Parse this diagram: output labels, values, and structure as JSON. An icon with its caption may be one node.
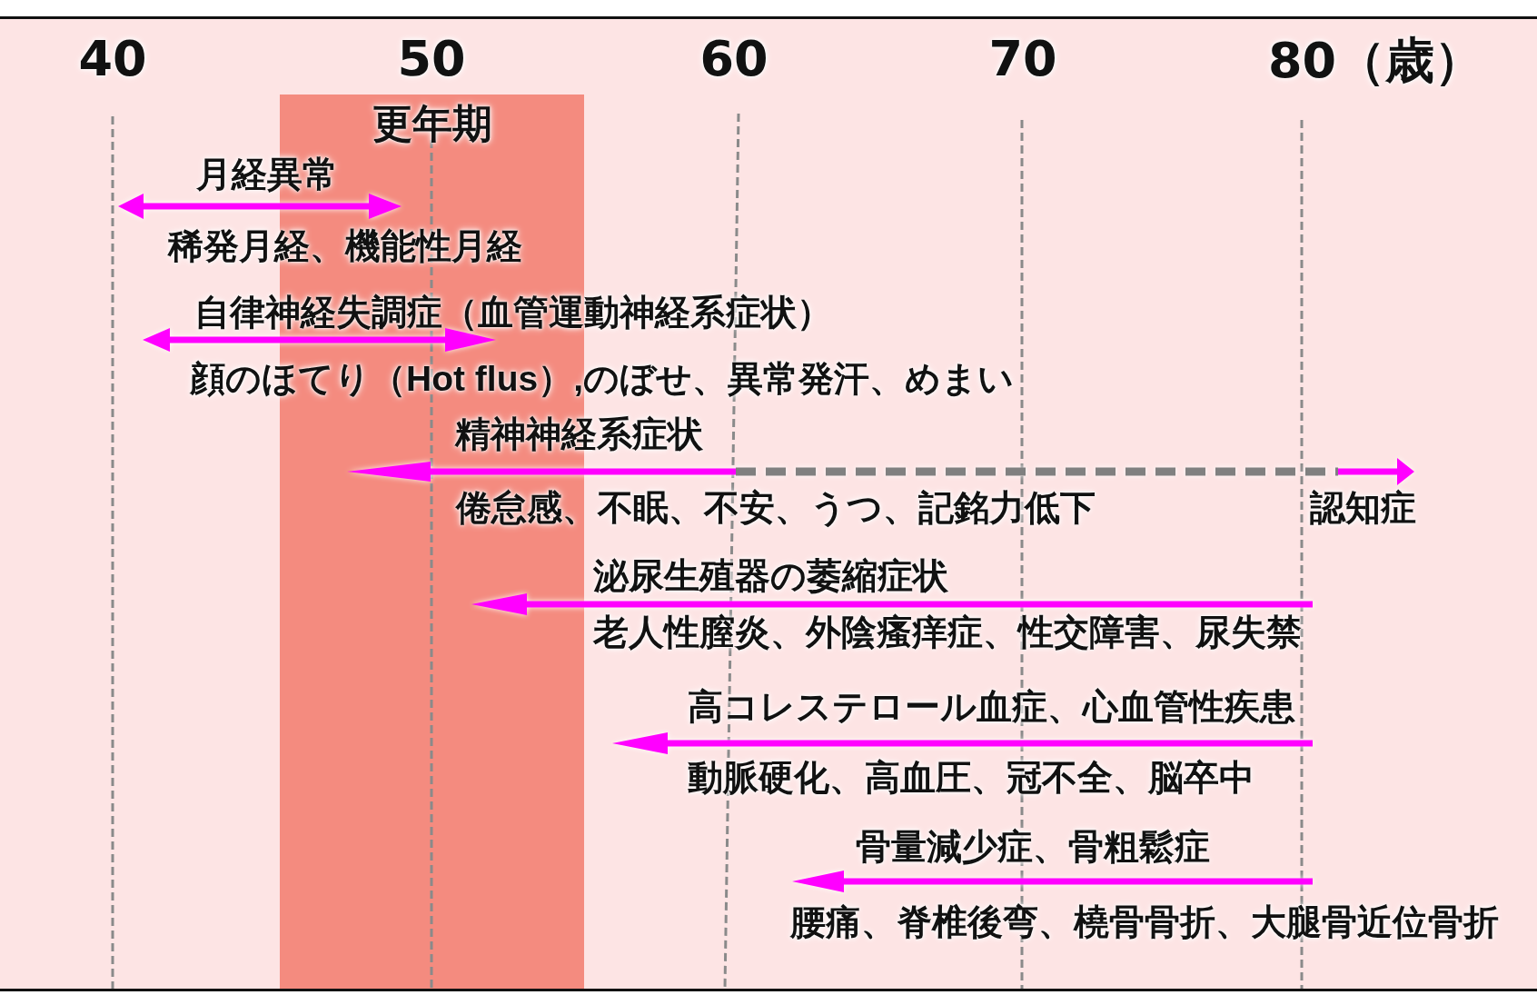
{
  "diagram": {
    "nodes": [
      {
        "text": [
          "更年期"
        ]
      }
    ],
    "labels": [
      "40",
      "50",
      "60",
      "70",
      "80（歳）",
      "月経異常",
      "稀発月経、機能性月経",
      "自律神経失調症（血管運動神経系症状）",
      "顔のほてり（Hot flus）,のぼせ、異常発汗、めまい",
      "精神神経系症状",
      "倦怠感、不眠、不安、うつ、記銘力低下",
      "認知症",
      "泌尿生殖器の萎縮症状",
      "老人性膣炎、外陰瘙痒症、性交障害、尿失禁",
      "高コレステロール血症、心血管性疾患",
      "動脈硬化、高血圧、冠不全、脳卒中",
      "骨量減少症、骨粗鬆症",
      "腰痛、脊椎後弯、橈骨骨折、大腿骨近位骨折"
    ]
  }
}
